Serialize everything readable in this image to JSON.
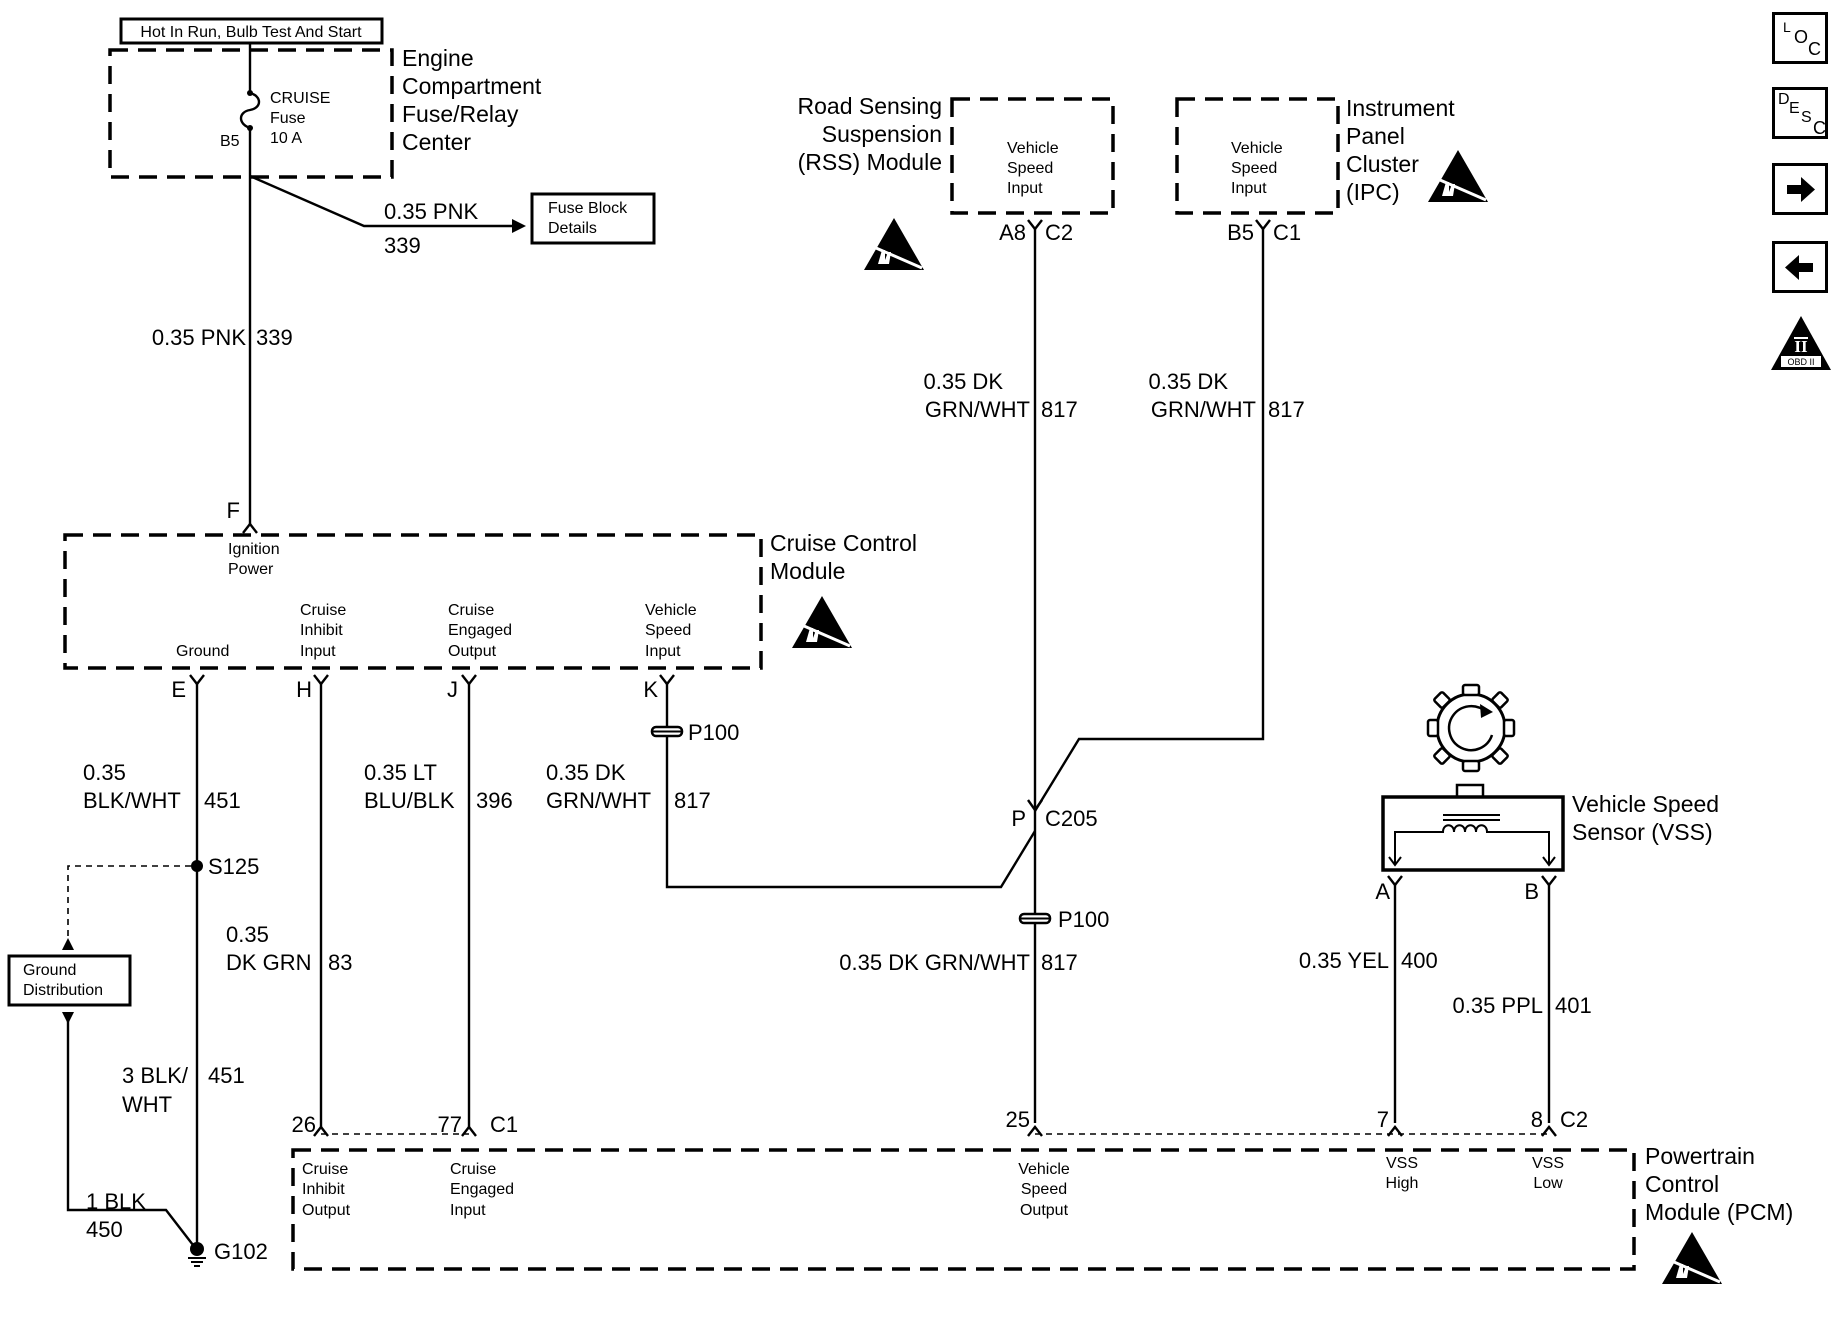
{
  "power_source": {
    "label": "Hot In Run, Bulb Test And Start"
  },
  "fuse_center": {
    "title_lines": [
      "Engine",
      "Compartment",
      "Fuse/Relay",
      "Center"
    ],
    "fuse_lines": [
      "CRUISE",
      "Fuse",
      "10 A"
    ],
    "pin": "B5"
  },
  "fuse_block_details": {
    "lines": [
      "Fuse Block",
      "Details"
    ]
  },
  "wires": {
    "branch_pnk": {
      "spec": "0.35 PNK",
      "circuit": "339"
    },
    "main_pnk": {
      "spec": "0.35 PNK",
      "circuit": "339"
    },
    "rss_vss": {
      "spec_lines": [
        "0.35 DK",
        "GRN/WHT"
      ],
      "circuit": "817"
    },
    "ipc_vss": {
      "spec_lines": [
        "0.35 DK",
        "GRN/WHT"
      ],
      "circuit": "817"
    },
    "ground_451": {
      "spec_lines": [
        "0.35",
        "BLK/WHT"
      ],
      "circuit": "451"
    },
    "inhibit_83": {
      "spec_lines": [
        "0.35",
        "DK GRN"
      ],
      "circuit": "83"
    },
    "engaged_396": {
      "spec_lines": [
        "0.35 LT",
        "BLU/BLK"
      ],
      "circuit": "396"
    },
    "ccm_vss_817": {
      "spec_lines": [
        "0.35 DK",
        "GRN/WHT"
      ],
      "circuit": "817"
    },
    "pcm_vss_817": {
      "spec": "0.35 DK GRN/WHT",
      "circuit": "817"
    },
    "vss_high_400": {
      "spec": "0.35 YEL",
      "circuit": "400"
    },
    "vss_low_401": {
      "spec": "0.35 PPL",
      "circuit": "401"
    },
    "ground_451_heavy": {
      "spec_lines": [
        "3 BLK/",
        "WHT"
      ],
      "circuit": "451"
    },
    "ground_450": {
      "spec": "1 BLK",
      "circuit": "450"
    }
  },
  "rss_module": {
    "title_lines": [
      "Road Sensing",
      "Suspension",
      "(RSS) Module"
    ],
    "pin_lines": [
      "Vehicle",
      "Speed",
      "Input"
    ],
    "pin": "A8",
    "connector": "C2"
  },
  "ipc": {
    "title_lines": [
      "Instrument",
      "Panel",
      "Cluster",
      "(IPC)"
    ],
    "pin_lines": [
      "Vehicle",
      "Speed",
      "Input"
    ],
    "pin": "B5",
    "connector": "C1"
  },
  "cruise_module": {
    "title_lines": [
      "Cruise Control",
      "Module"
    ],
    "pins": {
      "F": {
        "pin": "F",
        "lines": [
          "Ignition",
          "Power"
        ]
      },
      "E": {
        "pin": "E",
        "lines": [
          "Ground"
        ]
      },
      "H": {
        "pin": "H",
        "lines": [
          "Cruise",
          "Inhibit",
          "Input"
        ]
      },
      "J": {
        "pin": "J",
        "lines": [
          "Cruise",
          "Engaged",
          "Output"
        ]
      },
      "K": {
        "pin": "K",
        "lines": [
          "Vehicle",
          "Speed",
          "Input"
        ]
      }
    }
  },
  "connectors": {
    "p100_upper": "P100",
    "p100_lower": "P100",
    "c205": {
      "pin": "P",
      "name": "C205"
    },
    "s125": "S125",
    "g102": "G102"
  },
  "ground_distribution": {
    "lines": [
      "Ground",
      "Distribution"
    ]
  },
  "vss": {
    "title_lines": [
      "Vehicle Speed",
      "Sensor (VSS)"
    ],
    "pin_a": "A",
    "pin_b": "B"
  },
  "pcm": {
    "title_lines": [
      "Powertrain",
      "Control",
      "Module (PCM)"
    ],
    "pins": [
      {
        "pin": "26",
        "lines": [
          "Cruise",
          "Inhibit",
          "Output"
        ]
      },
      {
        "pin": "77",
        "lines": [
          "Cruise",
          "Engaged",
          "Input"
        ],
        "connector": "C1"
      },
      {
        "pin": "25",
        "lines": [
          "Vehicle",
          "Speed",
          "Output"
        ]
      },
      {
        "pin": "7",
        "lines": [
          "VSS",
          "High"
        ]
      },
      {
        "pin": "8",
        "lines": [
          "VSS",
          "Low"
        ],
        "connector": "C2"
      }
    ]
  },
  "nav": {
    "loc": [
      "L",
      "O",
      "C"
    ],
    "desc": [
      "D",
      "E",
      "S",
      "C"
    ],
    "next_icon": "arrow-right-icon",
    "prev_icon": "arrow-left-icon",
    "obd": {
      "numeral": "II",
      "label": "OBD II"
    }
  }
}
